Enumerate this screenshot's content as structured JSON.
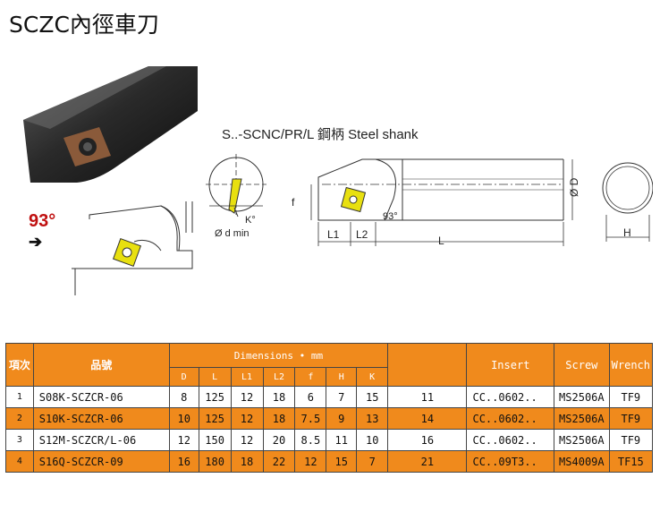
{
  "title": "SCZC內徑車刀",
  "diagram": {
    "shank_label": "S..-SCNC/PR/L   鋼柄 Steel shank",
    "angle": "93°",
    "labels": {
      "k_angle": "K°",
      "d_min": "Ø d min",
      "f": "f",
      "angle_small": "93°",
      "l1": "L1",
      "l2": "L2",
      "l": "L",
      "od": "Ø D",
      "h": "H"
    }
  },
  "table": {
    "headers": {
      "item": "項次",
      "product": "品號",
      "dimensions": "Dimensions • mm",
      "insert": "Insert",
      "screw": "Screw",
      "wrench": "Wrench"
    },
    "dim_columns": [
      "D",
      "L",
      "L1",
      "L2",
      "f",
      "H",
      "K"
    ],
    "rows": [
      {
        "item": "1",
        "product": "S08K-SCZCR-06",
        "D": "8",
        "L": "125",
        "L1": "12",
        "L2": "18",
        "f": "6",
        "H": "7",
        "K": "15",
        "blank": "11",
        "insert": "CC..0602..",
        "screw": "MS2506A",
        "wrench": "TF9"
      },
      {
        "item": "2",
        "product": "S10K-SCZCR-06",
        "D": "10",
        "L": "125",
        "L1": "12",
        "L2": "18",
        "f": "7.5",
        "H": "9",
        "K": "13",
        "blank": "14",
        "insert": "CC..0602..",
        "screw": "MS2506A",
        "wrench": "TF9"
      },
      {
        "item": "3",
        "product": "S12M-SCZCR/L-06",
        "D": "12",
        "L": "150",
        "L1": "12",
        "L2": "20",
        "f": "8.5",
        "H": "11",
        "K": "10",
        "blank": "16",
        "insert": "CC..0602..",
        "screw": "MS2506A",
        "wrench": "TF9"
      },
      {
        "item": "4",
        "product": "S16Q-SCZCR-09",
        "D": "16",
        "L": "180",
        "L1": "18",
        "L2": "22",
        "f": "12",
        "H": "15",
        "K": "7",
        "blank": "21",
        "insert": "CC..09T3..",
        "screw": "MS4009A",
        "wrench": "TF15"
      }
    ]
  }
}
